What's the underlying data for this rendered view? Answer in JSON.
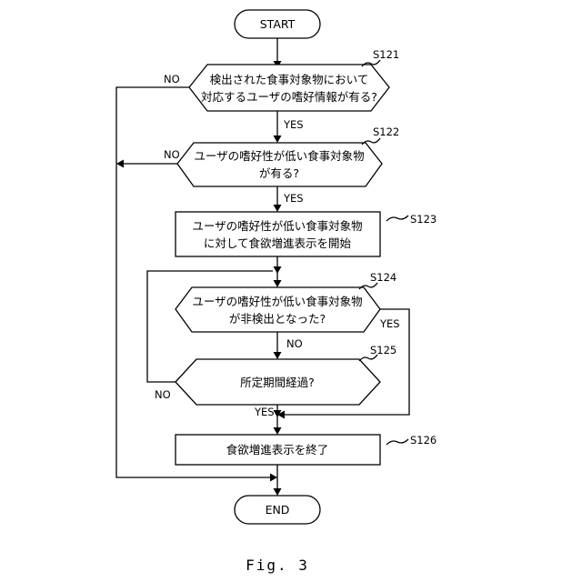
{
  "figure_caption": "Fig. 3",
  "nodes": {
    "start": {
      "text": "START"
    },
    "s121": {
      "step": "S121",
      "lines": [
        "検出された食事対象物において",
        "対応するユーザの嗜好情報が有る?"
      ]
    },
    "s122": {
      "step": "S122",
      "lines": [
        "ユーザの嗜好性が低い食事対象物",
        "が有る?"
      ]
    },
    "s123": {
      "step": "S123",
      "lines": [
        "ユーザの嗜好性が低い食事対象物",
        "に対して食欲増進表示を開始"
      ]
    },
    "s124": {
      "step": "S124",
      "lines": [
        "ユーザの嗜好性が低い食事対象物",
        "が非検出となった?"
      ]
    },
    "s125": {
      "step": "S125",
      "lines": [
        "所定期間経過?"
      ]
    },
    "s126": {
      "step": "S126",
      "lines": [
        "食欲増進表示を終了"
      ]
    },
    "end": {
      "text": "END"
    }
  },
  "edge_labels": {
    "s121_no": "NO",
    "s121_yes": "YES",
    "s122_no": "NO",
    "s122_yes": "YES",
    "s124_yes": "YES",
    "s124_no": "NO",
    "s125_no": "NO",
    "s125_yes": "YES"
  }
}
